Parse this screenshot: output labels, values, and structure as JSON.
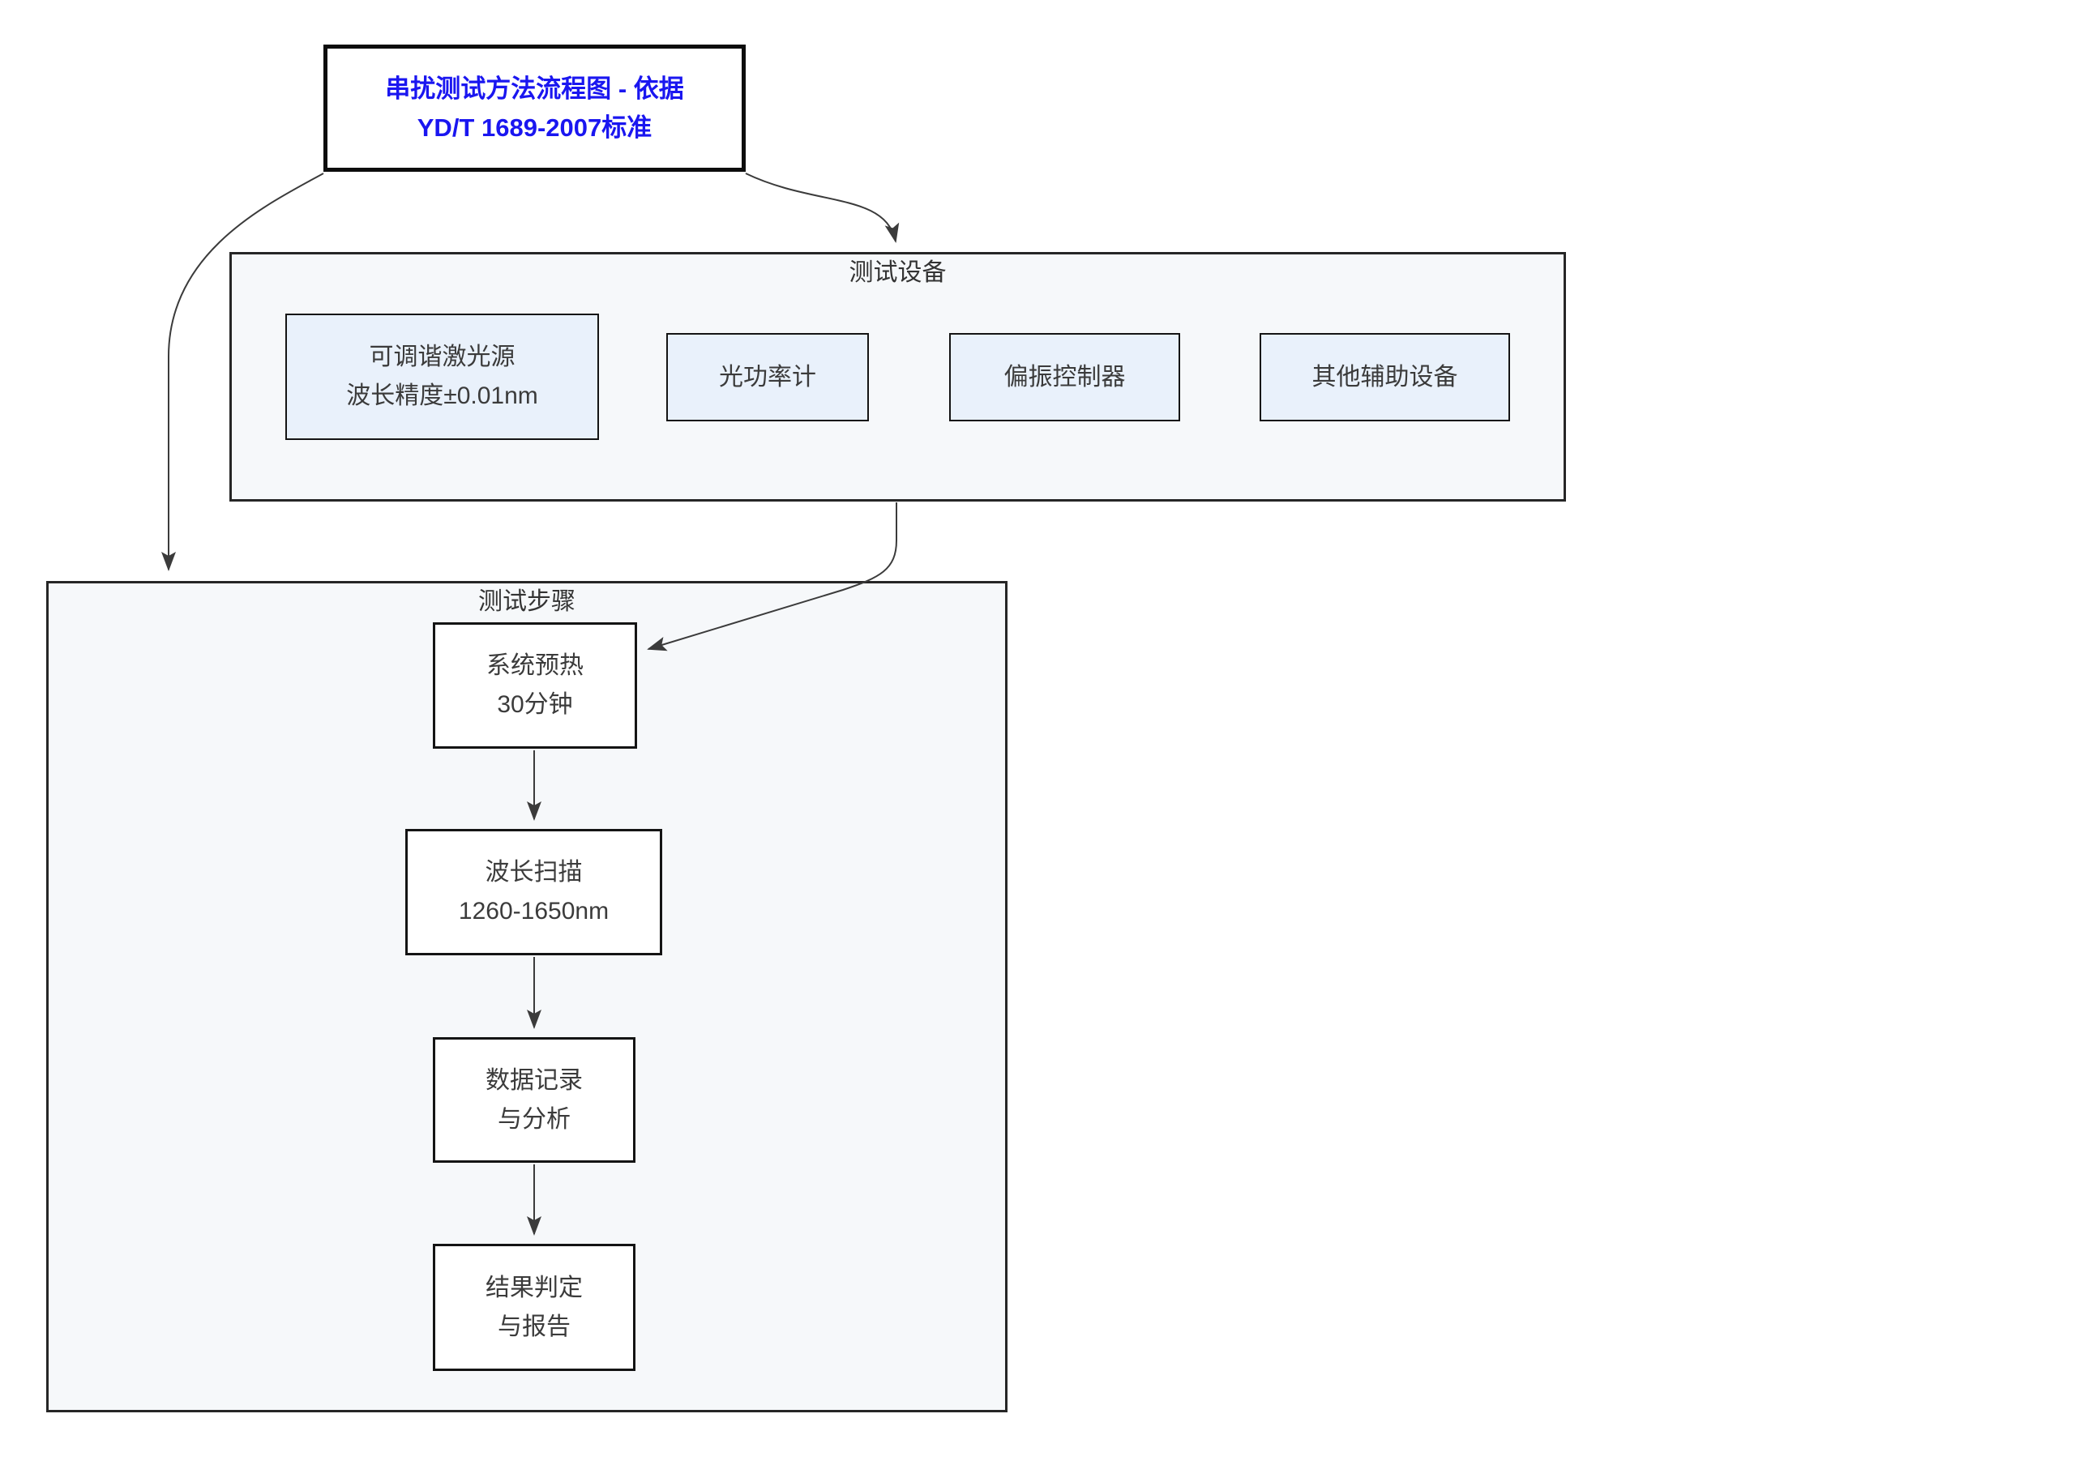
{
  "diagram": {
    "title": {
      "line1": "串扰测试方法流程图 - 依据",
      "line2": "YD/T 1689-2007标准"
    },
    "equipment_group": {
      "label": "测试设备",
      "nodes": {
        "tunable_laser": {
          "line1": "可调谐激光源",
          "line2": "波长精度±0.01nm"
        },
        "power_meter": {
          "line1": "光功率计"
        },
        "polarization_controller": {
          "line1": "偏振控制器"
        },
        "auxiliary": {
          "line1": "其他辅助设备"
        }
      }
    },
    "steps_group": {
      "label": "测试步骤",
      "nodes": {
        "warmup": {
          "line1": "系统预热",
          "line2": "30分钟"
        },
        "wavelength_scan": {
          "line1": "波长扫描",
          "line2": "1260-1650nm"
        },
        "data_record": {
          "line1": "数据记录",
          "line2": "与分析"
        },
        "result_report": {
          "line1": "结果判定",
          "line2": "与报告"
        }
      }
    },
    "colors": {
      "title_text": "#1a16f0",
      "node_fill_blue": "#e9f1fb",
      "node_fill_white": "#ffffff",
      "group_fill": "#f6f8fa",
      "node_border": "#141414",
      "group_border": "#262626",
      "text": "#3b3b3b",
      "arrow": "#3b3b3b"
    }
  }
}
